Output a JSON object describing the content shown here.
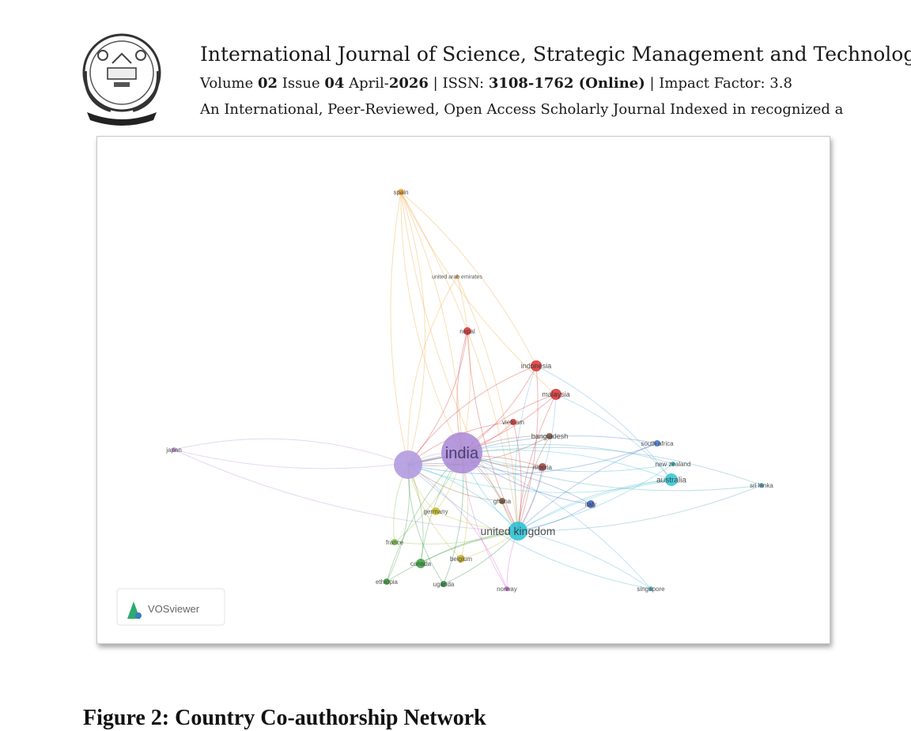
{
  "header": {
    "journal_title": "International Journal of Science, Strategic Management and Technology",
    "volume_label": "Volume ",
    "volume": "02",
    "issue_label": " Issue ",
    "issue": "04",
    "month": " April-",
    "year": "2026",
    "issn_label": " | ISSN: ",
    "issn": "3108-1762 (Online)",
    "impact": " | Impact Factor: 3.8",
    "description": "An International, Peer-Reviewed, Open Access Scholarly Journal Indexed in recognized a"
  },
  "figure": {
    "watermark": "VOSviewer",
    "nodes": [
      {
        "label": "spain",
        "color": "#f0a030"
      },
      {
        "label": "united arab emirates",
        "color": "#f0a030"
      },
      {
        "label": "nepal",
        "color": "#d93030"
      },
      {
        "label": "indonesia",
        "color": "#d93030"
      },
      {
        "label": "malaysia",
        "color": "#d93030"
      },
      {
        "label": "vietnam",
        "color": "#d93030"
      },
      {
        "label": "bangladesh",
        "color": "#8a5a40"
      },
      {
        "label": "india",
        "color": "#a987d6"
      },
      {
        "label": "japan",
        "color": "#b98ad6"
      },
      {
        "label": "nigeria",
        "color": "#9a4040"
      },
      {
        "label": "south africa",
        "color": "#3a70c8"
      },
      {
        "label": "new zealand",
        "color": "#3ab0c8"
      },
      {
        "label": "australia",
        "color": "#2ec4d6"
      },
      {
        "label": "sri lanka",
        "color": "#4aa0b0"
      },
      {
        "label": "ghana",
        "color": "#7a5a3a"
      },
      {
        "label": "italy",
        "color": "#3a60c0"
      },
      {
        "label": "germany",
        "color": "#c8c020"
      },
      {
        "label": "united kingdom",
        "color": "#26c0d6"
      },
      {
        "label": "france",
        "color": "#7ac040"
      },
      {
        "label": "canada",
        "color": "#3aa040"
      },
      {
        "label": "belgium",
        "color": "#c8b020"
      },
      {
        "label": "ethiopia",
        "color": "#3a9a3a"
      },
      {
        "label": "uganda",
        "color": "#2a8a40"
      },
      {
        "label": "norway",
        "color": "#d060d0"
      },
      {
        "label": "singapore",
        "color": "#4ab0d0"
      }
    ]
  },
  "caption": "Figure 2: Country Co-authorship Network"
}
